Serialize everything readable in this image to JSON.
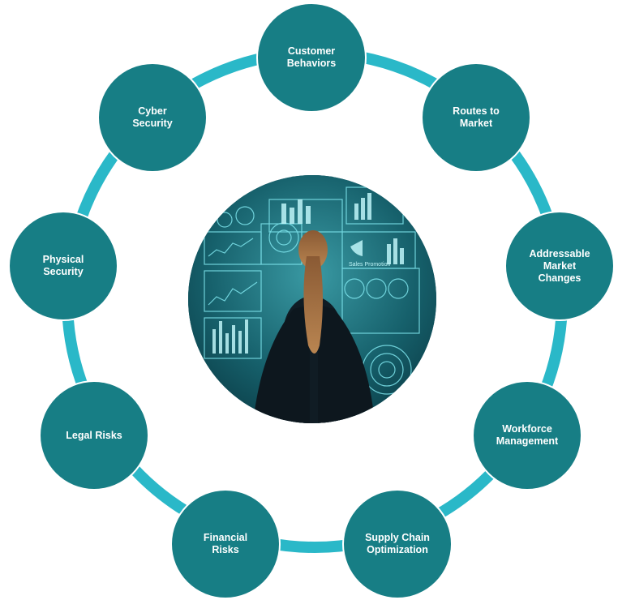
{
  "colors": {
    "ring": "#2ab8c8",
    "node_fill": "#177e85",
    "node_text": "#ffffff",
    "screen_bg": "#0d4a55",
    "hologram": "#7fe6ee"
  },
  "center_image": {
    "icon": "businesswoman-hologram-dashboard-icon",
    "screen_text": "Sales Promotion"
  },
  "nodes": [
    {
      "id": "customer-behaviors",
      "label": "Customer\nBehaviors"
    },
    {
      "id": "routes-to-market",
      "label": "Routes to\nMarket"
    },
    {
      "id": "addressable-market-changes",
      "label": "Addressable\nMarket\nChanges"
    },
    {
      "id": "workforce-management",
      "label": "Workforce\nManagement"
    },
    {
      "id": "supply-chain-optimization",
      "label": "Supply Chain\nOptimization"
    },
    {
      "id": "financial-risks",
      "label": "Financial\nRisks"
    },
    {
      "id": "legal-risks",
      "label": "Legal Risks"
    },
    {
      "id": "physical-security",
      "label": "Physical\nSecurity"
    },
    {
      "id": "cyber-security",
      "label": "Cyber\nSecurity"
    }
  ]
}
